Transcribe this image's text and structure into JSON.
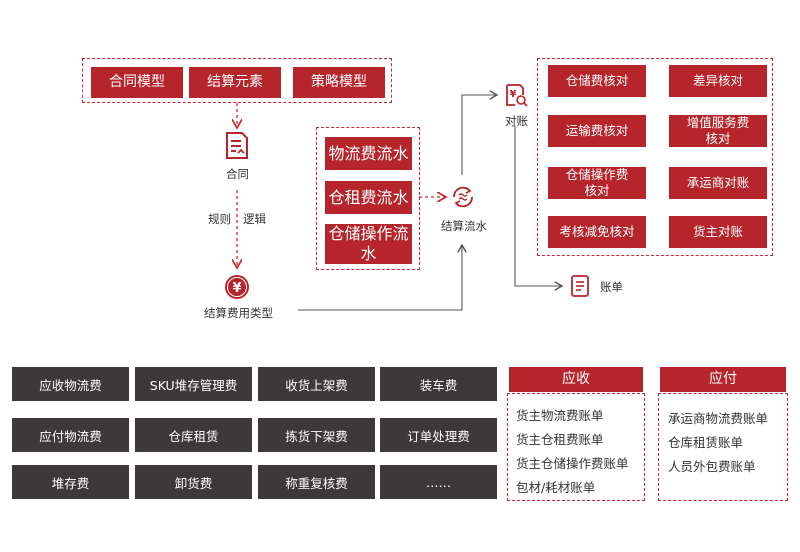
{
  "top_inputs": [
    "合同模型",
    "结算元素",
    "策略模型"
  ],
  "contract_label": "合同",
  "rule_label": "规则",
  "logic_label": "逻辑",
  "fee_type_label": "结算费用类型",
  "flows": [
    "物流费流水",
    "仓租费流水",
    "仓储操作流水"
  ],
  "settle_flow_label": "结算流水",
  "reconcile_label": "对账",
  "bill_label": "账单",
  "reconcile_items": [
    [
      "仓储费核对",
      "差异核对"
    ],
    [
      "运输费核对",
      "增值服务费核对"
    ],
    [
      "仓储操作费核对",
      "承运商对账"
    ],
    [
      "考核减免核对",
      "货主对账"
    ]
  ],
  "fee_grid": [
    [
      "应收物流费",
      "SKU堆存管理费",
      "收货上架费",
      "装车费"
    ],
    [
      "应付物流费",
      "仓库租赁",
      "拣货下架费",
      "订单处理费"
    ],
    [
      "堆存费",
      "卸货费",
      "称重复核费",
      "……"
    ]
  ],
  "receivable": {
    "title": "应收",
    "items": [
      "货主物流费账单",
      "货主仓租费账单",
      "货主仓储操作费账单",
      "包材/耗材账单"
    ]
  },
  "payable": {
    "title": "应付",
    "items": [
      "承运商物流费账单",
      "仓库租赁账单",
      "人员外包费账单"
    ]
  },
  "colors": {
    "accent": "#b5252b",
    "dark": "#3d3839",
    "dash": "#c9272f"
  },
  "icons": [
    "contract-icon",
    "yen-coin-icon",
    "settle-cycle-icon",
    "reconcile-icon",
    "bill-icon"
  ]
}
